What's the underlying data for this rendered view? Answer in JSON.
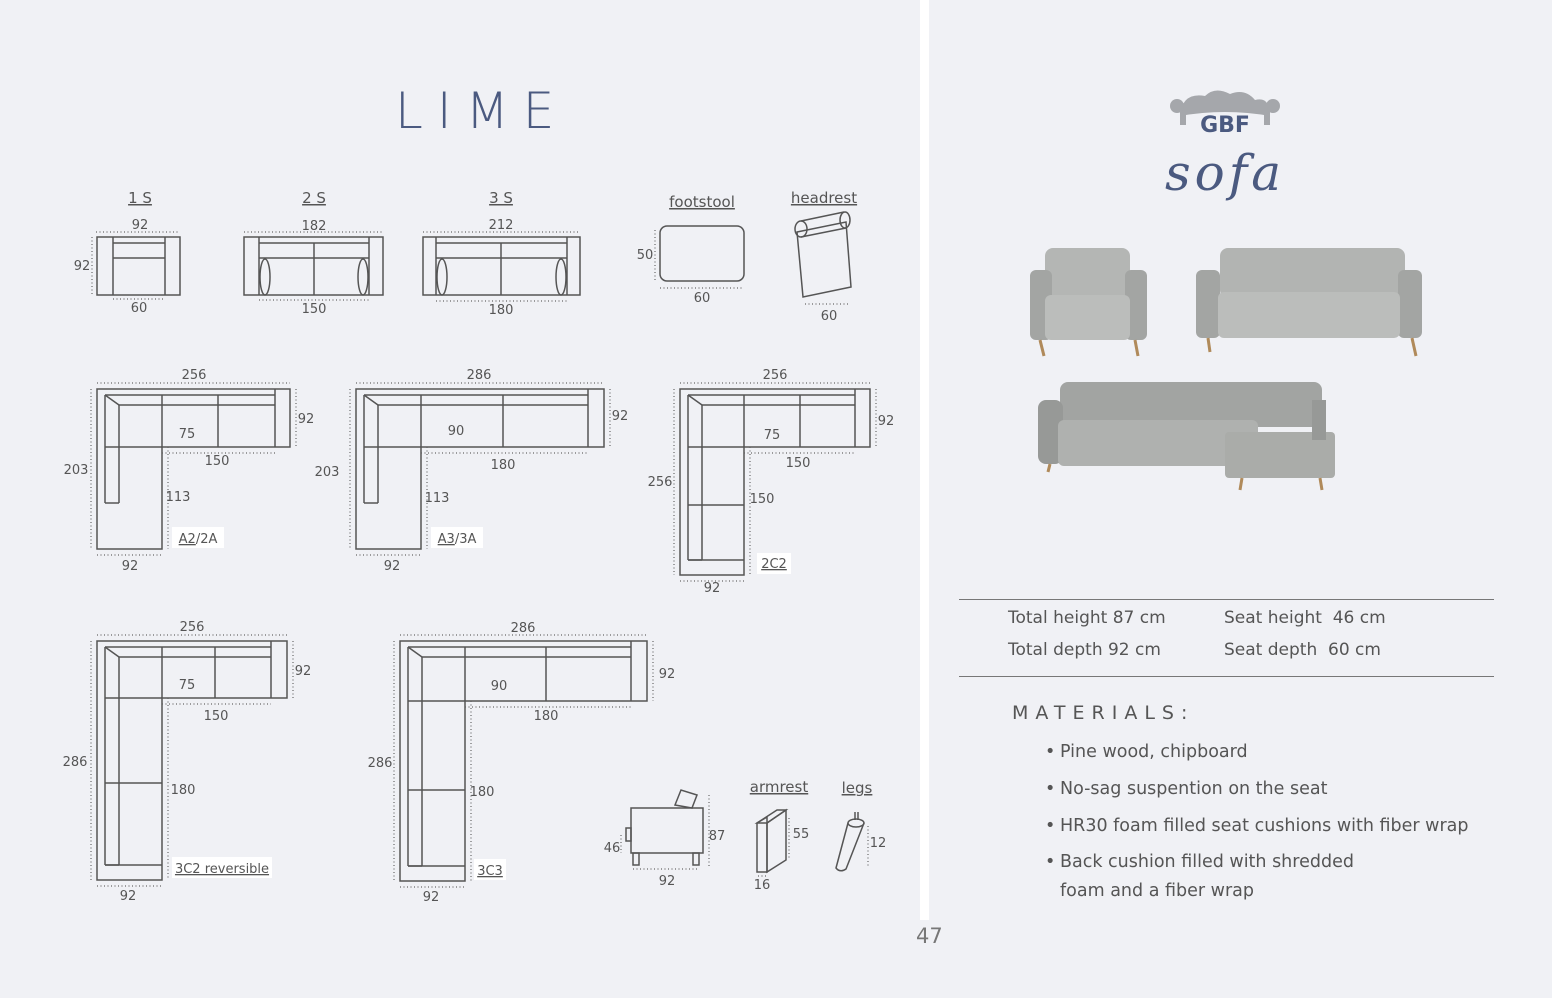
{
  "product_title": "LIME",
  "page_number": "47",
  "brand": {
    "logo_text_top": "GBF",
    "logo_text_bottom": "sofa"
  },
  "modules": {
    "s1": {
      "label": "1 S",
      "width": "92",
      "depth": "92",
      "seat": "60"
    },
    "s2": {
      "label": "2 S",
      "width": "182",
      "seat": "150"
    },
    "s3": {
      "label": "3 S",
      "width": "212",
      "seat": "180"
    },
    "footstool": {
      "label": "footstool",
      "depth": "50",
      "width": "60"
    },
    "headrest": {
      "label": "headrest",
      "width": "60"
    },
    "a2": {
      "label_main": "A2",
      "label_alt": "/2A",
      "width": "256",
      "depth": "92",
      "seat": "75",
      "straight": "150",
      "length": "203",
      "chaise": "113",
      "chaise_width": "92"
    },
    "a3": {
      "label_main": "A3",
      "label_alt": "/3A",
      "width": "286",
      "depth": "92",
      "seat": "90",
      "straight": "180",
      "length": "203",
      "chaise": "113",
      "chaise_width": "92"
    },
    "c2": {
      "label": "2C2",
      "width": "256",
      "depth": "92",
      "seat": "75",
      "straight": "150",
      "length": "256",
      "side": "150",
      "side_width": "92"
    },
    "c2r": {
      "label": "3C2 reversible",
      "width": "256",
      "depth": "92",
      "seat": "75",
      "straight": "150",
      "length": "286",
      "side": "180",
      "side_width": "92"
    },
    "c3": {
      "label": "3C3",
      "width": "286",
      "depth": "92",
      "seat": "90",
      "straight": "180",
      "length": "286",
      "side": "180",
      "side_width": "92"
    },
    "profile": {
      "seat_height": "46",
      "height": "87",
      "depth": "92"
    },
    "armrest": {
      "label": "armrest",
      "height": "55",
      "width": "16"
    },
    "legs": {
      "label": "legs",
      "height": "12"
    }
  },
  "specs": {
    "total_height": "Total height 87 cm",
    "total_depth": "Total depth 92 cm",
    "seat_height": "Seat height  46 cm",
    "seat_depth": "Seat depth  60 cm"
  },
  "materials": {
    "title": "MATERIALS:",
    "items": [
      "Pine wood, chipboard",
      "No-sag suspention on the seat",
      "HR30 foam filled seat cushions with fiber wrap",
      "Back cushion filled with shredded",
      "foam and a fiber wrap"
    ]
  },
  "colors": {
    "brand_blue": "#4b5a80",
    "line": "#555555",
    "fabric": "#a9acaa"
  }
}
